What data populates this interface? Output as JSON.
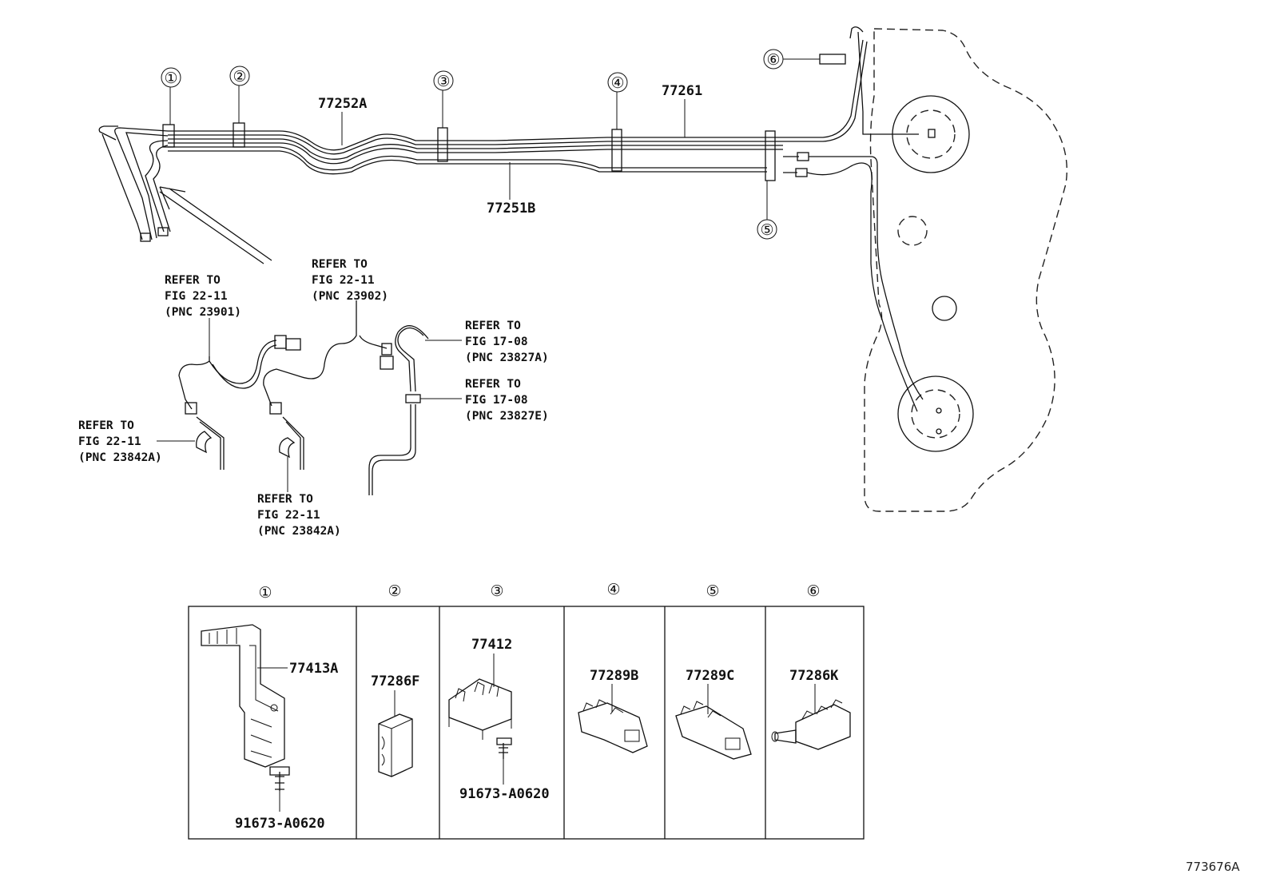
{
  "diagram_code": "773676A",
  "part_labels": {
    "tube_77252A": "77252A",
    "tube_77261": "77261",
    "tube_77251B": "77251B"
  },
  "references": {
    "pnc_23901": [
      "REFER TO",
      "FIG 22-11",
      "(PNC 23901)"
    ],
    "pnc_23902": [
      "REFER TO",
      "FIG 22-11",
      "(PNC 23902)"
    ],
    "pnc_23827a": [
      "REFER TO",
      "FIG 17-08",
      "(PNC 23827A)"
    ],
    "pnc_23827e": [
      "REFER TO",
      "FIG 17-08",
      "(PNC 23827E)"
    ],
    "pnc_23842a_left": [
      "REFER TO",
      "FIG 22-11",
      "(PNC 23842A)"
    ],
    "pnc_23842a_mid": [
      "REFER TO",
      "FIG 22-11",
      "(PNC 23842A)"
    ]
  },
  "callouts": [
    "①",
    "②",
    "③",
    "④",
    "⑤",
    "⑥"
  ],
  "detail_table": {
    "headers": [
      "①",
      "②",
      "③",
      "④",
      "⑤",
      "⑥"
    ],
    "cells": [
      {
        "parts": [
          "77413A",
          "91673-A0620"
        ]
      },
      {
        "parts": [
          "77286F"
        ]
      },
      {
        "parts": [
          "77412",
          "91673-A0620"
        ]
      },
      {
        "parts": [
          "77289B"
        ]
      },
      {
        "parts": [
          "77289C"
        ]
      },
      {
        "parts": [
          "77286K"
        ]
      }
    ]
  }
}
